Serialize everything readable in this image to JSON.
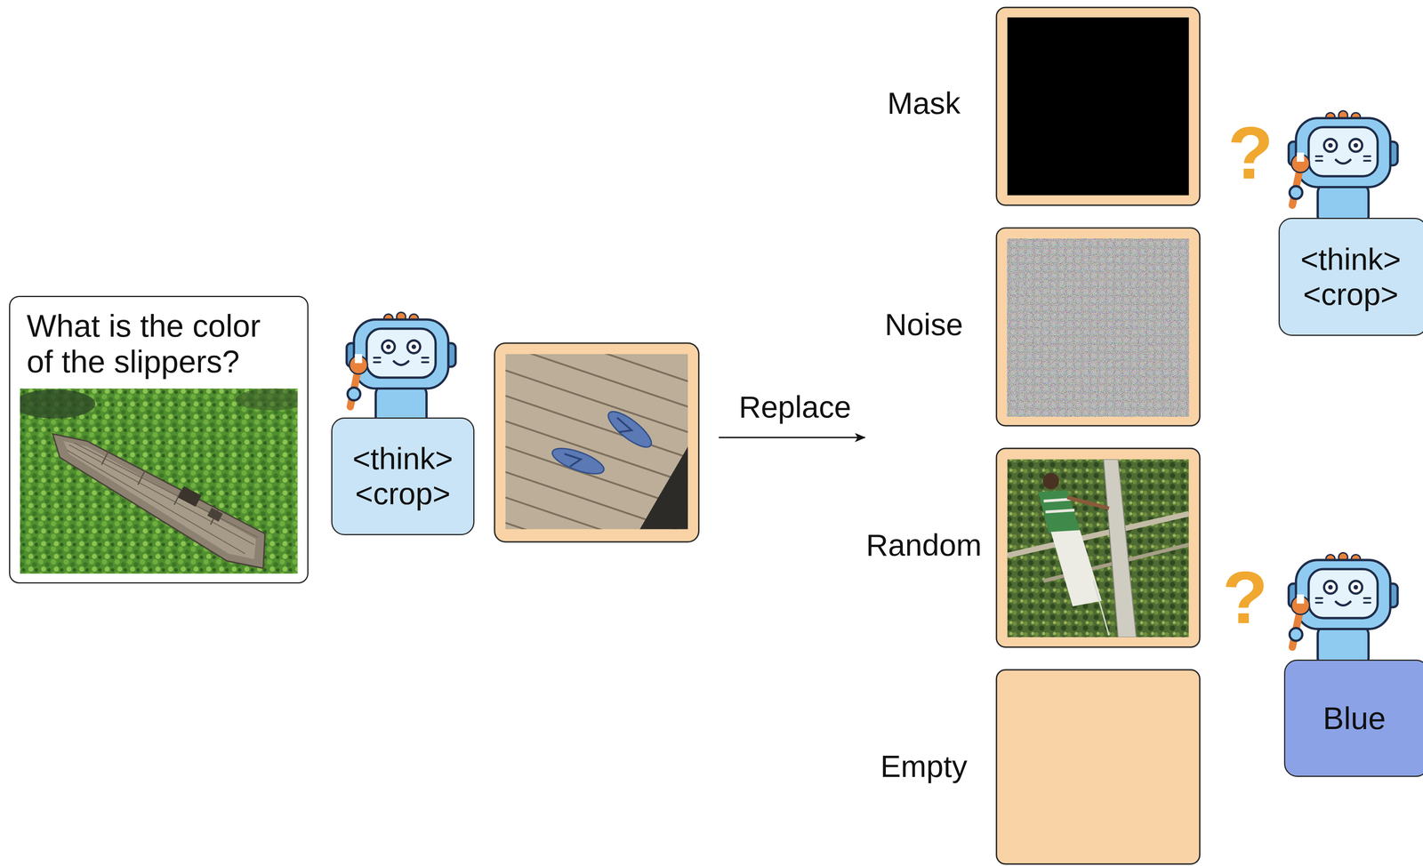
{
  "diagram": {
    "nodes": [
      {
        "text": [
          "What is the color of the slippers?"
        ]
      },
      {
        "text": [
          "<think> <crop>"
        ]
      },
      {
        "text": [
          "<think> <crop>"
        ]
      },
      {
        "text": [
          "Blue"
        ]
      }
    ],
    "labels": [
      "Replace",
      "Mask",
      "Noise",
      "Random",
      "Empty",
      "?",
      "?"
    ]
  }
}
